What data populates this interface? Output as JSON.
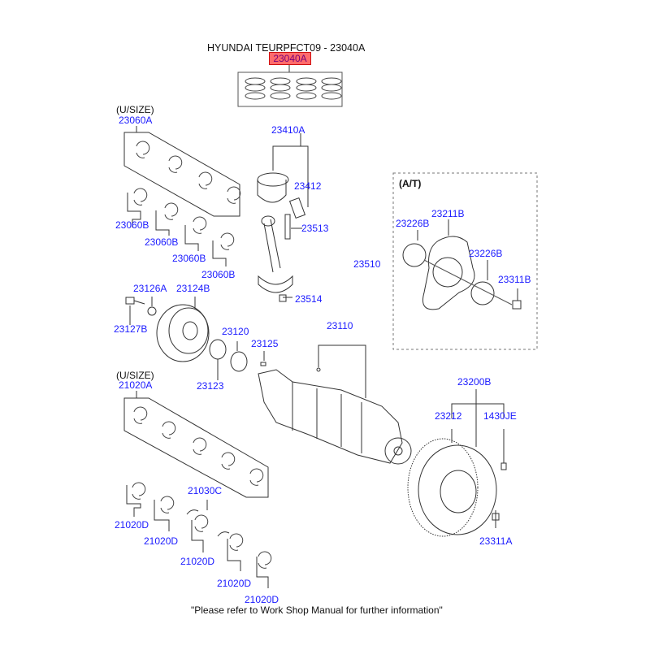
{
  "header": {
    "title": "HYUNDAI TEURPFCT09 - 23040A",
    "highlighted_part": "23040A"
  },
  "colors": {
    "label_blue": "#1a1aff",
    "highlight_fill": "#ff6b6b",
    "highlight_border": "#d01010",
    "highlight_text": "#7a007a"
  },
  "groups": {
    "upper_bearing_note": "(U/SIZE)",
    "lower_bearing_note": "(U/SIZE)",
    "at_box_note": "(A/T)"
  },
  "parts": {
    "p23060A": "23060A",
    "p23060B_1": "23060B",
    "p23060B_2": "23060B",
    "p23060B_3": "23060B",
    "p23060B_4": "23060B",
    "p23410A": "23410A",
    "p23412": "23412",
    "p23513": "23513",
    "p23510": "23510",
    "p23514": "23514",
    "p23211B": "23211B",
    "p23226B_1": "23226B",
    "p23226B_2": "23226B",
    "p23311B": "23311B",
    "p23126A": "23126A",
    "p23124B": "23124B",
    "p23127B": "23127B",
    "p23120": "23120",
    "p23125": "23125",
    "p23123": "23123",
    "p23110": "23110",
    "p21020A": "21020A",
    "p21030C": "21030C",
    "p21020D_1": "21020D",
    "p21020D_2": "21020D",
    "p21020D_3": "21020D",
    "p21020D_4": "21020D",
    "p21020D_5": "21020D",
    "p23200B": "23200B",
    "p23212": "23212",
    "p1430JE": "1430JE",
    "p23311A": "23311A"
  },
  "footer": "\"Please refer to Work Shop Manual for further information\""
}
